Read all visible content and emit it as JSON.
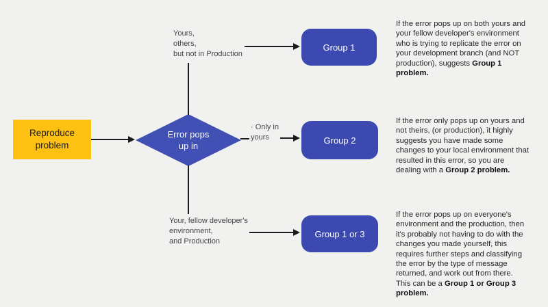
{
  "colors": {
    "canvas_bg": "#f1f1ef",
    "start_fill": "#fdc113",
    "decision_fill": "#4150b4",
    "box_fill": "#3c49b0",
    "line_color": "#1b1b1b",
    "label_text": "#454545",
    "para_text": "#262626"
  },
  "nodes": {
    "start": {
      "label": "Reproduce\nproblem"
    },
    "decision": {
      "label": "Error pops\nup in"
    },
    "group1": {
      "label": "Group 1"
    },
    "group2": {
      "label": "Group 2"
    },
    "group1or3": {
      "label": "Group 1 or 3"
    }
  },
  "edge_labels": {
    "top": "Yours,\nothers,\nbut not in Production",
    "middle": "· Only in\nyours",
    "bottom": "Your, fellow developer's\nenvironment,\nand Production"
  },
  "annotations": {
    "group1": "If the error pops up on both yours and\nyour fellow developer's environment\nwho is trying to replicate the error on\nyour development branch (and NOT\nproduction), suggests **Group 1\nproblem.**",
    "group2": "If the error only pops up on yours and\nnot theirs, (or production), it highly\nsuggests you have made some\nchanges to your local environment that\nresulted in this error, so you are\ndealing with a **Group 2 problem.**",
    "group1or3": "If the error pops up on everyone's\nenvironment and the production, then\nit's probably not having to do with the\nchanges you made yourself, this\nrequires further steps and classifying\nthe error by the type of message\nreturned, and work out from there.\nThis can be a **Group 1 or Group 3\nproblem.**"
  }
}
